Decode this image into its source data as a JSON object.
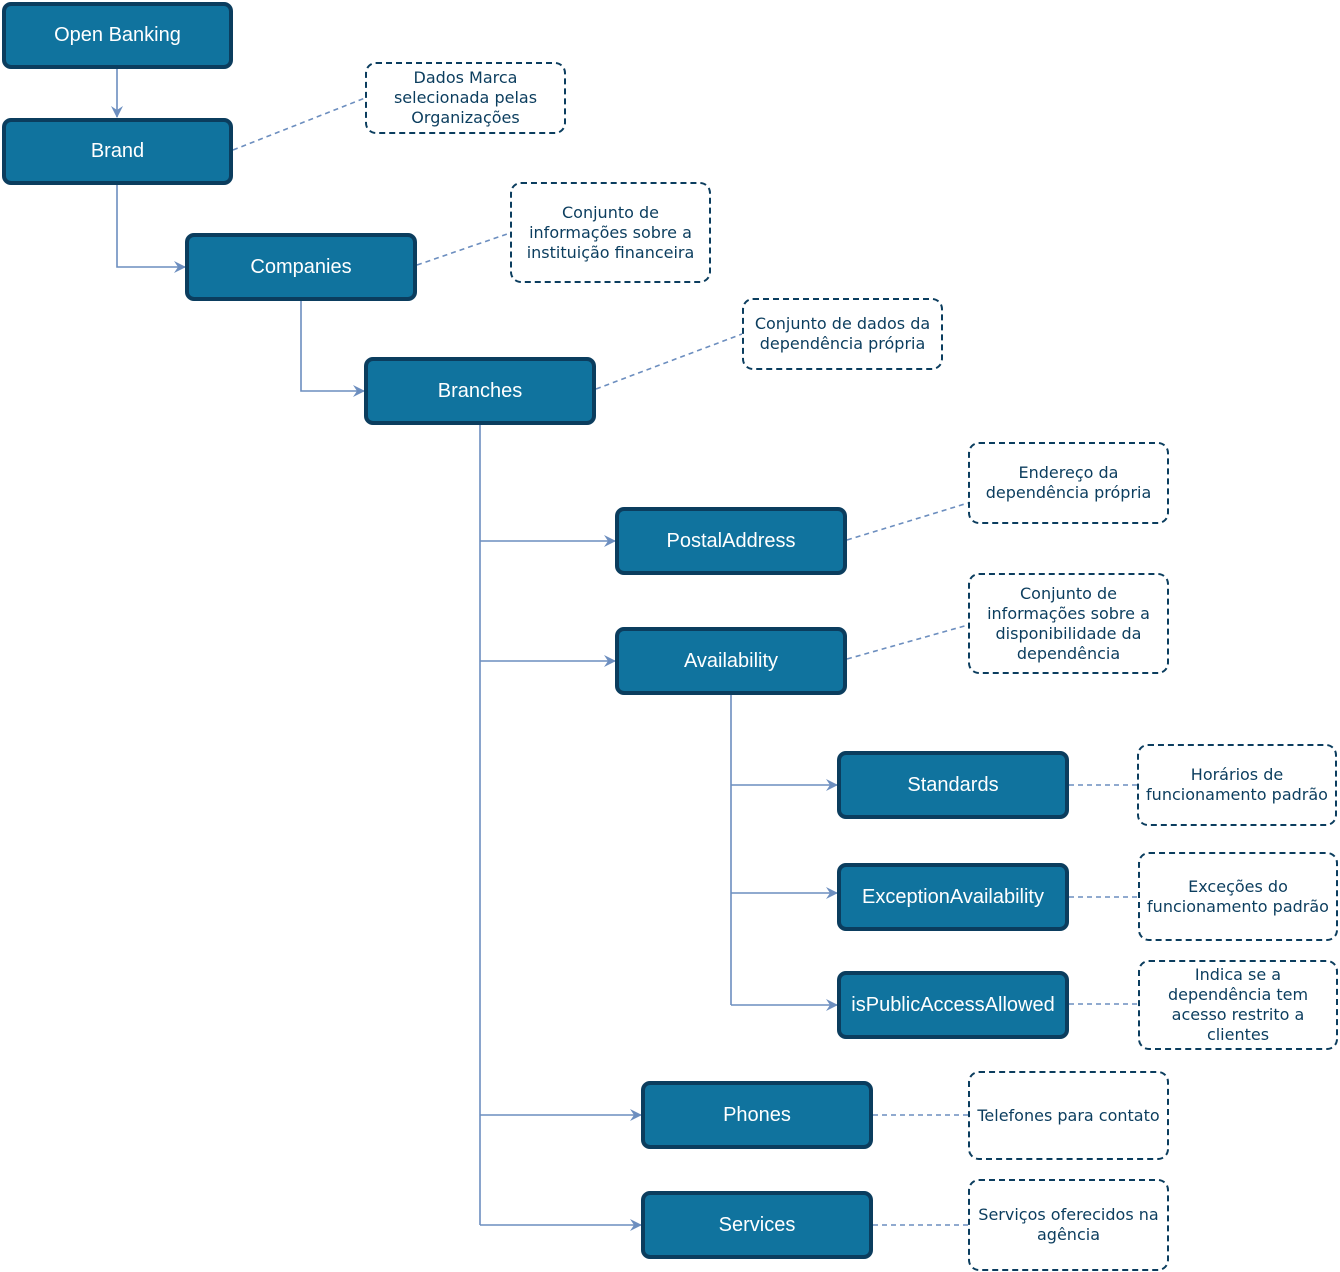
{
  "nodes": {
    "open_banking": "Open Banking",
    "brand": "Brand",
    "companies": "Companies",
    "branches": "Branches",
    "postal_address": "PostalAddress",
    "availability": "Availability",
    "standards": "Standards",
    "exception_availability": "ExceptionAvailability",
    "is_public_access_allowed": "isPublicAccessAllowed",
    "phones": "Phones",
    "services": "Services"
  },
  "notes": {
    "brand": "Dados Marca selecionada pelas Organizações",
    "companies": "Conjunto de informações sobre a instituição financeira",
    "branches": "Conjunto de dados da dependência própria",
    "postal_address": "Endereço da dependência própria",
    "availability": "Conjunto de informações sobre a disponibilidade da dependência",
    "standards": "Horários de funcionamento padrão",
    "exception_availability": "Exceções do funcionamento padrão",
    "is_public_access_allowed": "Indica se a dependência tem acesso restrito a clientes",
    "phones": "Telefones para contato",
    "services": "Serviços oferecidos na agência"
  },
  "colors": {
    "node_fill": "#10739e",
    "node_border": "#0b3d5e",
    "connector": "#6c8ebf",
    "note_border": "#0b3d5e"
  }
}
